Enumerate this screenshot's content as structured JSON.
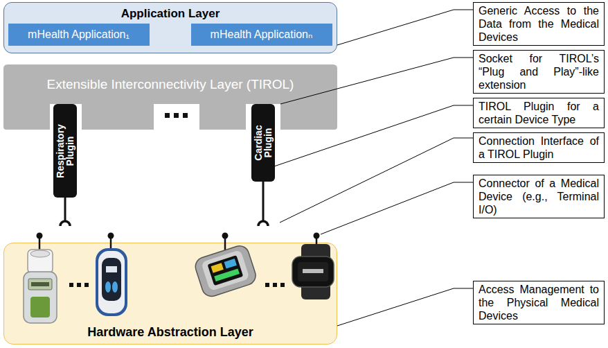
{
  "diagram": {
    "nodes": [
      {
        "text": [
          "Application Layer"
        ]
      },
      {
        "text": [
          "mHealth Application₁"
        ],
        "in": 0
      },
      {
        "text": [
          "mHealth Applicationₙ"
        ],
        "in": 0
      },
      {
        "text": [
          "Extensible Interconnectivity Layer (TIROL)"
        ]
      },
      {
        "text": [
          "Respiratory Plugin"
        ]
      },
      {
        "text": [
          "Cardiac Plugin"
        ]
      },
      {
        "text": [
          "Hardware Abstraction Layer"
        ]
      },
      {
        "text": [
          "Generic Access to the Data from the Medical Devices"
        ]
      },
      {
        "text": [
          "Socket for TIROL’s “Plug and Play”-like extension"
        ]
      },
      {
        "text": [
          "TIROL Plugin for a certain Device Type"
        ]
      },
      {
        "text": [
          "Connection Interface of a TIROL Plugin"
        ]
      },
      {
        "text": [
          "Connector of a Medical Device (e.g., Terminal I/O)"
        ]
      },
      {
        "text": [
          "Access Management to the Physical Medical Devices"
        ]
      }
    ],
    "edges": [
      {
        "from": 7,
        "to": 0,
        "arrow": "none"
      },
      {
        "from": 8,
        "to": 3,
        "arrow": "none"
      },
      {
        "from": 9,
        "to": 5,
        "arrow": "none"
      },
      {
        "from": 12,
        "to": 6,
        "arrow": "none"
      }
    ]
  }
}
